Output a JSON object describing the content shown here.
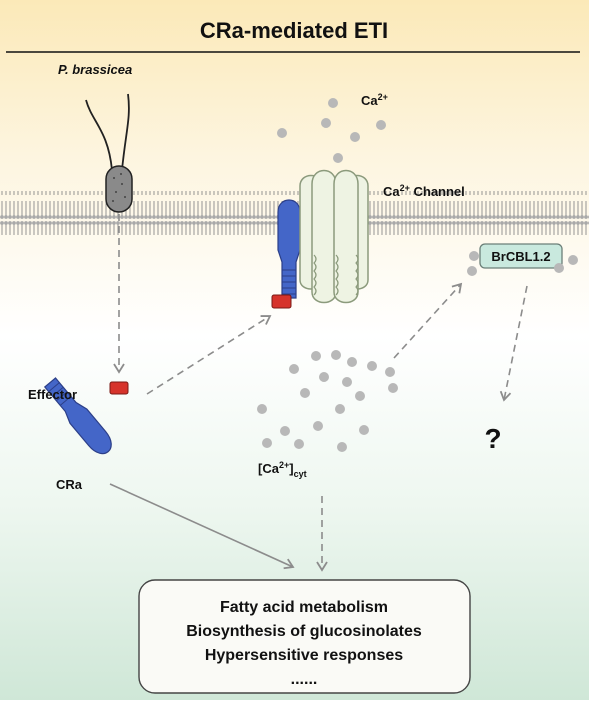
{
  "title": "CRa-mediated ETI",
  "labels": {
    "pathogen": "P. brassicea",
    "ca_base": "Ca",
    "ca_sup": "2+",
    "channel_base": "Ca",
    "channel_sup": "2+",
    "channel_rest": " Channel",
    "brcbl": "BrCBL1.2",
    "effector": "Effector",
    "cra": "CRa",
    "cyt_open": "[Ca",
    "cyt_sup": "2+",
    "cyt_close": "]",
    "cyt_sub": "cyt",
    "unknown": "?"
  },
  "outcome_box": {
    "lines": [
      "Fatty acid metabolism",
      "Biosynthesis of glucosinolates",
      "Hypersensitive responses",
      "......"
    ]
  },
  "colors": {
    "header_bg": "#fbe9b8",
    "background_bottom": "#cfe7d7",
    "receptor": "#4466c8",
    "effector": "#d6332b",
    "channel_fill": "#eef3e3",
    "brcbl_fill": "#c9e9de",
    "ion": "#b8b8b8"
  }
}
